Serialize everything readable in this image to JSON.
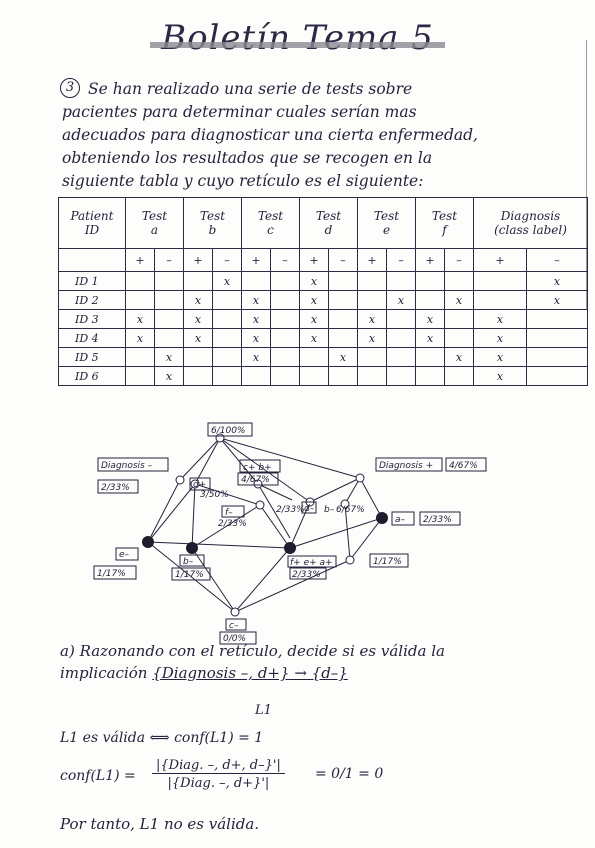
{
  "title": "Boletín Tema 5",
  "question_number": "3",
  "intro_lines": [
    "Se han realizado una serie de tests sobre",
    "pacientes para determinar cuales serían mas",
    "adecuados para diagnosticar una cierta enfermedad,",
    "obteniendo los resultados que se recogen en la",
    "siguiente tabla y cuyo retículo es el siguiente:"
  ],
  "table": {
    "headers": [
      {
        "line1": "Patient",
        "line2": "ID"
      },
      {
        "line1": "Test",
        "line2": "a"
      },
      {
        "line1": "Test",
        "line2": "b"
      },
      {
        "line1": "Test",
        "line2": "c"
      },
      {
        "line1": "Test",
        "line2": "d"
      },
      {
        "line1": "Test",
        "line2": "e"
      },
      {
        "line1": "Test",
        "line2": "f"
      },
      {
        "line1": "Diagnosis",
        "line2": "(class label)"
      }
    ],
    "sign_plus": "+",
    "sign_minus": "–",
    "mark": "x",
    "rows": [
      {
        "id": "ID 1",
        "marks": [
          0,
          0,
          0,
          1,
          0,
          0,
          1,
          0,
          0,
          0,
          0,
          0,
          0,
          1
        ]
      },
      {
        "id": "ID 2",
        "marks": [
          0,
          0,
          1,
          0,
          1,
          0,
          1,
          0,
          0,
          1,
          0,
          1,
          0,
          1
        ]
      },
      {
        "id": "ID 3",
        "marks": [
          1,
          0,
          1,
          0,
          1,
          0,
          1,
          0,
          1,
          0,
          1,
          0,
          1,
          0
        ]
      },
      {
        "id": "ID 4",
        "marks": [
          1,
          0,
          1,
          0,
          1,
          0,
          1,
          0,
          1,
          0,
          1,
          0,
          1,
          0
        ]
      },
      {
        "id": "ID 5",
        "marks": [
          0,
          1,
          0,
          0,
          1,
          0,
          0,
          1,
          0,
          0,
          0,
          1,
          1,
          0
        ]
      },
      {
        "id": "ID 6",
        "marks": [
          0,
          1,
          0,
          0,
          0,
          0,
          0,
          0,
          0,
          0,
          0,
          0,
          1,
          0
        ]
      }
    ]
  },
  "lattice": {
    "top": "6/100%",
    "diag_minus": "Diagnosis –",
    "diag_minus_pct": "2/33%",
    "diag_plus": "Diagnosis +",
    "diag_plus_pct": "4/67%",
    "n_c_b": "c+ b+",
    "n_c_b_pct": "4/67%",
    "n_d_plus": "d+",
    "n_d_plus_pct": "3/50%",
    "n_f": "f–",
    "n_f_pct": "2/33%",
    "n_2_33": "2/33%",
    "n_d": "d–",
    "n_b": "b–",
    "n_b_pct": "6/67%",
    "n_a_minus": "a–",
    "n_a_minus_pct": "2/33%",
    "n_e_minus": "e–",
    "n_e_minus_pct": "1/17%",
    "n_b_minus": "b–",
    "n_b_minus_pct": "1/17%",
    "n_mid": "f+ e+ a+",
    "n_mid_pct": "2/33%",
    "n_right_pct": "1/17%",
    "bottom": "c–",
    "bottom_pct": "0/0%"
  },
  "part_a": {
    "line1": "a) Razonando con el retículo, decide si es válida la",
    "line2_prefix": "implicación ",
    "rule": "{Diagnosis –, d+} → {d–}",
    "rule_tag": "L1",
    "work1": "L1 es válida ⟺ conf(L1) = 1",
    "conf_lhs": "conf(L1) = ",
    "conf_num": "|{Diag. –, d+, d–}'|",
    "conf_den": "|{Diag. –, d+}'|",
    "conf_result": "=  0/1  = 0",
    "conclusion": "Por tanto, L1 no es válida."
  }
}
